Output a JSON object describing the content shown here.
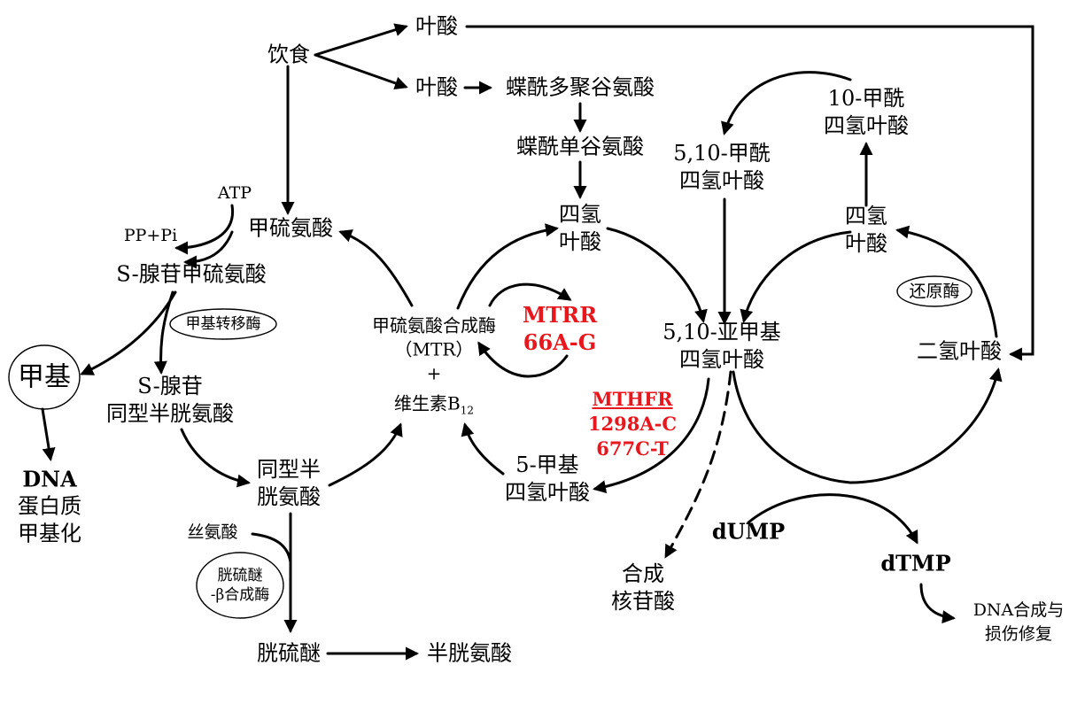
{
  "nodes": {
    "folate_top": "叶酸",
    "diet": "饮食",
    "folate_mid": "叶酸",
    "pteroylpoly": "蝶酰多聚谷氨酸",
    "pteroylmono": "蝶酰单谷氨酸",
    "thf_left": [
      "四氢",
      "叶酸"
    ],
    "formyl_510": [
      "5,10-甲酰",
      "四氢叶酸"
    ],
    "formyl_10": [
      "10-甲酰",
      "四氢叶酸"
    ],
    "thf_right": [
      "四氢",
      "叶酸"
    ],
    "reductase": "还原酶",
    "dhf": "二氢叶酸",
    "methylene": [
      "5,10-亚甲基",
      "四氢叶酸"
    ],
    "atp": "ATP",
    "pppi": "PP+Pi",
    "met": "甲硫氨酸",
    "sam": "S-腺苷甲硫氨酸",
    "mt": "甲基转移酶",
    "methyl": "甲基",
    "sah": [
      "S-腺苷",
      "同型半胱氨酸"
    ],
    "dna_left": [
      "DNA",
      "蛋白质",
      "甲基化"
    ],
    "mtr": [
      "甲硫氨酸合成酶",
      "（MTR）",
      "+"
    ],
    "vitb12_pre": "维生素B",
    "vitb12_sub": "12",
    "mtrr": [
      "MTRR",
      "66A-G"
    ],
    "mthfr_title": "MTHFR",
    "mthfr_lines": [
      "1298A-C",
      "677C-T"
    ],
    "methyl_thf": [
      "5-甲基",
      "四氢叶酸"
    ],
    "hcy": [
      "同型半",
      "胱氨酸"
    ],
    "serine": "丝氨酸",
    "cbs": [
      "胱硫醚",
      "-β合成酶"
    ],
    "cystathionine": "胱硫醚",
    "cysteine": "半胱氨酸",
    "nucleotide": [
      "合成",
      "核苷酸"
    ],
    "dump": "dUMP",
    "dtmp": "dTMP",
    "dna_repair": [
      "DNA合成与",
      "损伤修复"
    ]
  },
  "colors": {
    "ink": "#000000",
    "variant": "#e8161d"
  }
}
